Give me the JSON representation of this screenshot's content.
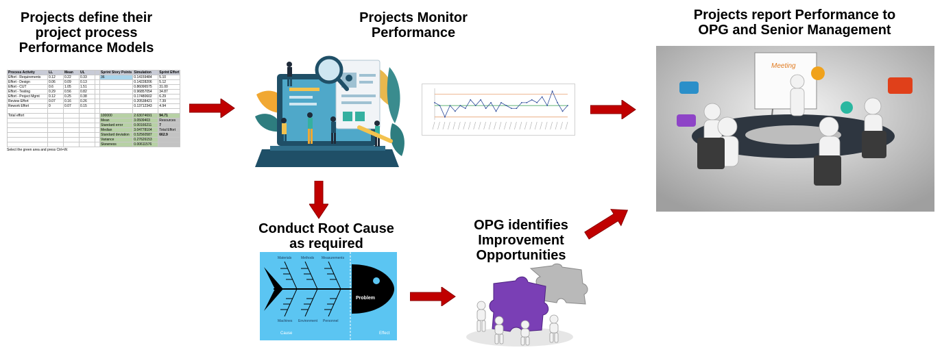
{
  "titles": {
    "models": [
      "Projects define their",
      "project process",
      "Performance Models"
    ],
    "monitor": [
      "Projects Monitor",
      "Performance"
    ],
    "report": [
      "Projects report Performance to",
      "OPG and Senior Management"
    ],
    "root_cause": [
      "Conduct Root Cause",
      "as required"
    ],
    "opg": [
      "OPG identifies",
      "Improvement",
      "Opportunities"
    ]
  },
  "spreadsheet": {
    "headers": [
      "Process Activity",
      "LL",
      "Mean",
      "UL",
      "",
      "Sprint Story Points",
      "Simulation",
      "Sprint Effort"
    ],
    "rows": [
      [
        "Effort - Requirements",
        "0.12",
        "0.22",
        "0.33",
        "",
        "36",
        "0.14159484",
        "5.10"
      ],
      [
        "Effort - Design",
        "0.06",
        "0.09",
        "0.13",
        "",
        "",
        "0.14228206",
        "5.12"
      ],
      [
        "Effort - CUT",
        "0.6",
        "1.05",
        "1.51",
        "",
        "",
        "0.86096575",
        "31.00"
      ],
      [
        "Effort - Testing",
        "0.29",
        "0.56",
        "0.82",
        "",
        "",
        "0.96857054",
        "34.87"
      ],
      [
        "Effort - Project Mgmt",
        "0.12",
        "0.25",
        "0.38",
        "",
        "",
        "0.17480602",
        "6.29"
      ],
      [
        "Review Effort",
        "0.07",
        "0.16",
        "0.26",
        "",
        "",
        "0.20538421",
        "7.39"
      ],
      [
        "Rework Effort",
        "0",
        "0.07",
        "0.15",
        "",
        "",
        "0.13712343",
        "4.94"
      ]
    ],
    "total_label": "Total effort",
    "total_row": [
      "100000",
      "2.63074691",
      "94.71"
    ],
    "stats": [
      [
        "Mean",
        "3.0509403",
        "Resources"
      ],
      [
        "Standard error",
        "0.00166211",
        "7"
      ],
      [
        "Median",
        "3.04778104",
        "Total Effort"
      ],
      [
        "Standard deviation",
        "0.52560587",
        "662.9"
      ],
      [
        "Variance",
        "0.27626153",
        ""
      ],
      [
        "Skewness",
        "0.00611576",
        ""
      ]
    ],
    "note": "Select the green area and press Ctrl+W."
  },
  "fishbone": {
    "top_labels": [
      "Materials",
      "Methods",
      "Measurements"
    ],
    "bottom_labels": [
      "Machines",
      "Environment",
      "Personnel"
    ],
    "head_label": "Problem",
    "cause_label": "Cause",
    "effect_label": "Effect"
  },
  "meeting": {
    "board_text": "Meeting"
  },
  "colors": {
    "arrow": "#c00000",
    "fishbone_bg": "#5bc5f2"
  },
  "chart_data": {
    "type": "line",
    "title": "",
    "xlabel": "",
    "ylabel": "",
    "series": [
      {
        "values": [
          6,
          5,
          1,
          5,
          3,
          5,
          4,
          7,
          5,
          7,
          4,
          6,
          3,
          6,
          5,
          4,
          4,
          6,
          6,
          7,
          6,
          8,
          5,
          10,
          6,
          3,
          5
        ]
      }
    ],
    "reference_lines": [
      9,
      5,
      1
    ],
    "grid": false
  }
}
